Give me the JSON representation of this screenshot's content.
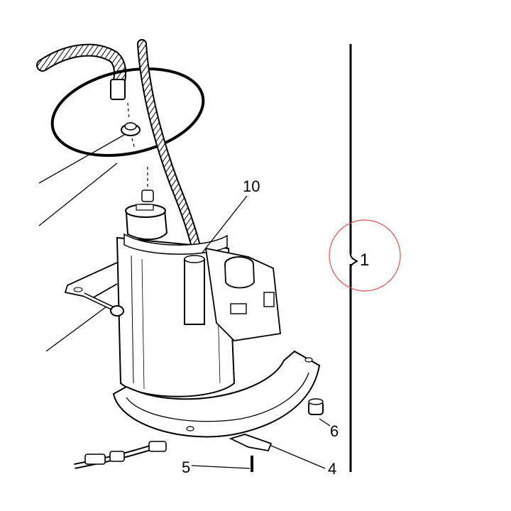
{
  "diagram": {
    "callouts": {
      "ten": "10",
      "one": "1",
      "six": "6",
      "five": "5",
      "four": "4"
    },
    "highlight_color": "#d9534f",
    "line_color": "#000000"
  }
}
